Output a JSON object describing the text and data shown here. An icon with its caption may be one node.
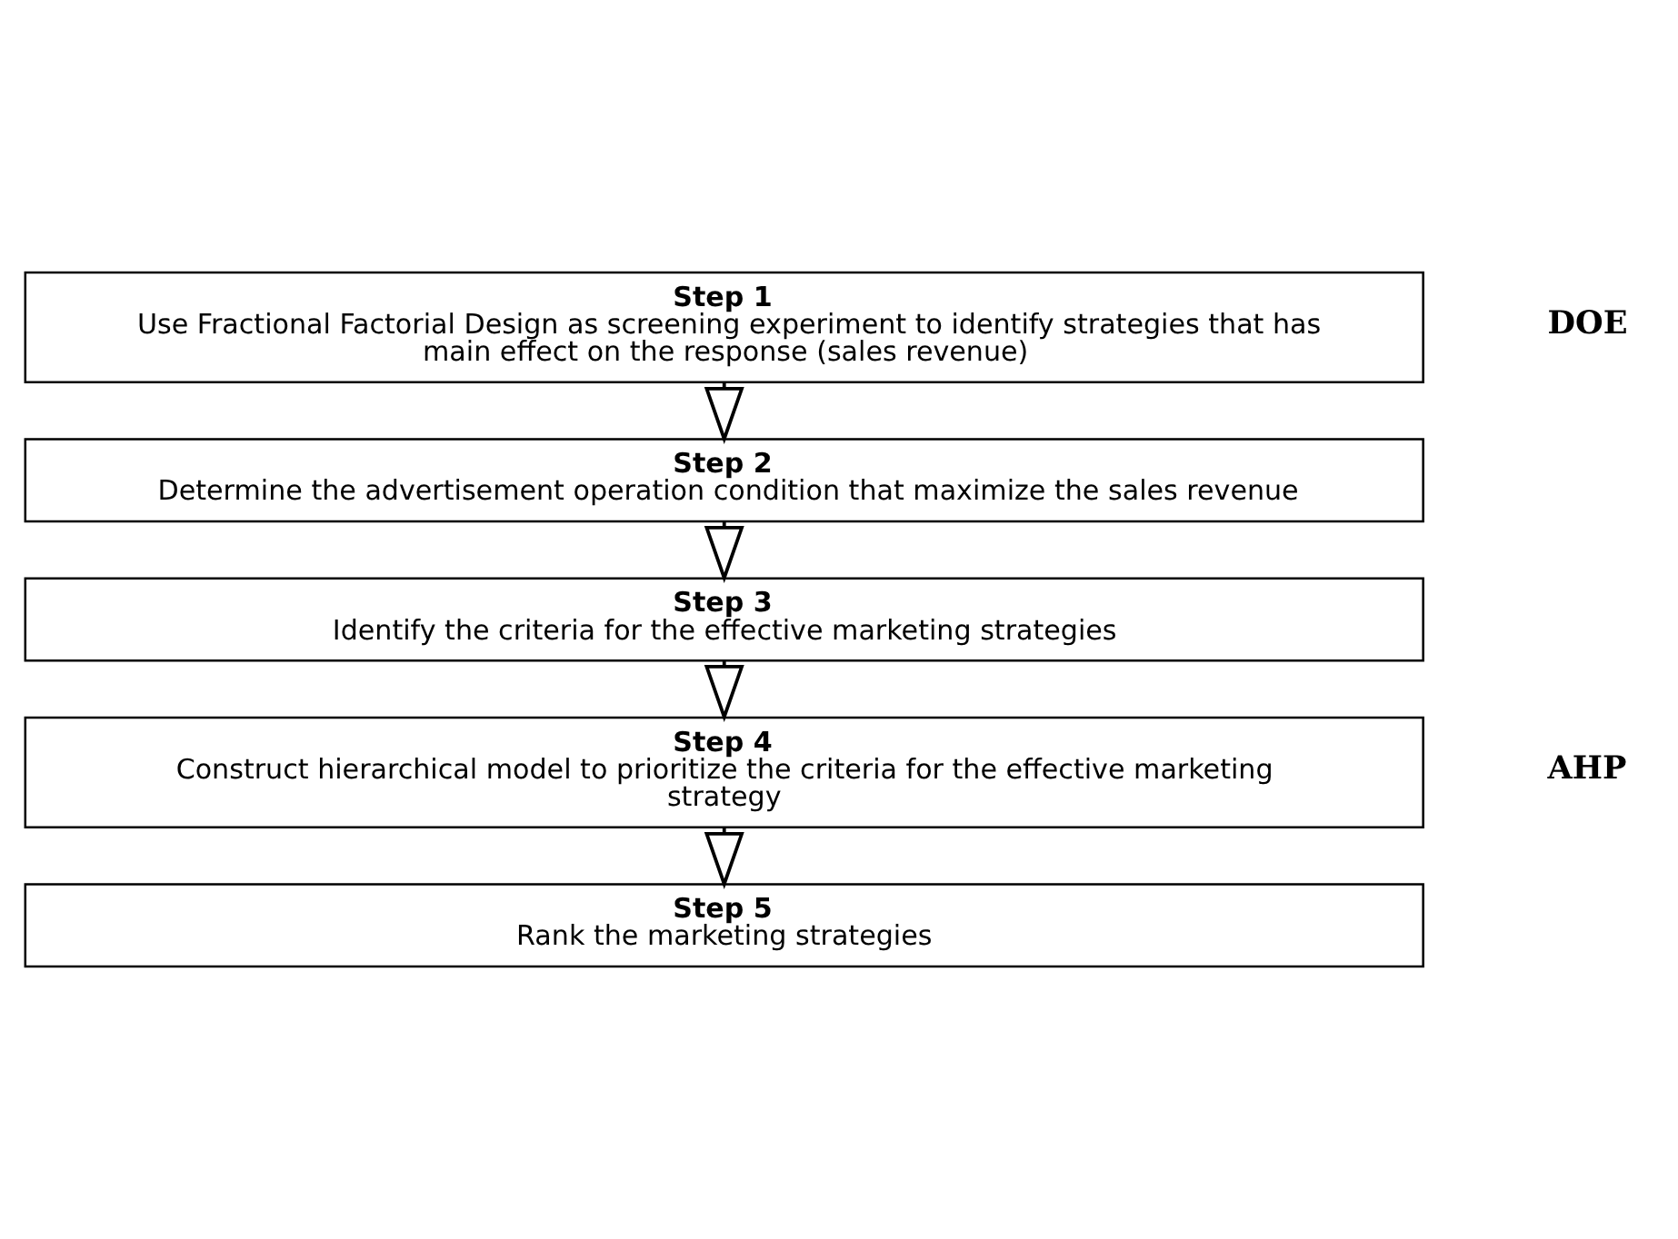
{
  "diagram": {
    "nodes": [
      {
        "text": [
          "Step 1",
          "Use Fractional Factorial Design as screening experiment to identify strategies that has main effect on the response (sales revenue)"
        ]
      },
      {
        "text": [
          "Step 2",
          "Determine the advertisement operation condition that maximize the sales revenue"
        ]
      },
      {
        "text": [
          "Step 3",
          "Identify the criteria for the effective marketing strategies"
        ]
      },
      {
        "text": [
          "Step 4",
          "Construct hierarchical model to prioritize the criteria for the effective marketing strategy"
        ]
      },
      {
        "text": [
          "Step 5",
          "Rank the marketing strategies"
        ]
      }
    ],
    "edges": [
      {
        "from": 0,
        "to": 1,
        "arrow": "to"
      },
      {
        "from": 1,
        "to": 2,
        "arrow": "to"
      },
      {
        "from": 2,
        "to": 3,
        "arrow": "to"
      },
      {
        "from": 3,
        "to": 4,
        "arrow": "to"
      }
    ],
    "labels": [
      "DOE",
      "AHP"
    ]
  }
}
